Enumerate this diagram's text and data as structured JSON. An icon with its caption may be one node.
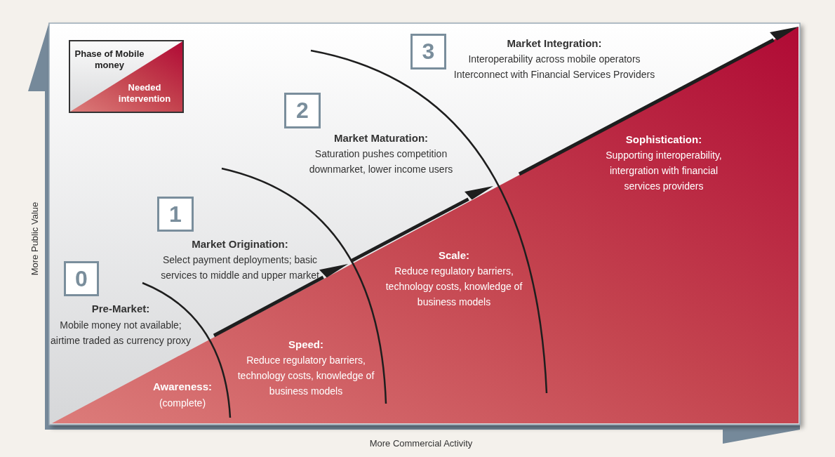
{
  "diagram": {
    "nodes": [
      {
        "text": [
          "Phase of Mobile money",
          "Needed intervention"
        ]
      },
      {
        "text": [
          "0"
        ]
      },
      {
        "text": [
          "1"
        ]
      },
      {
        "text": [
          "2"
        ]
      },
      {
        "text": [
          "3"
        ]
      }
    ],
    "labels": [
      "Market Integration:",
      "Interoperability across mobile operators Interconnect with Financial Services Providers",
      "Market Maturation:",
      "Saturation pushes competition downmarket, lower income users",
      "Sophistication:",
      "Supporting interoperability, intergration with financial services providers",
      "Market Origination:",
      "Select payment deployments; basic services to middle and upper market",
      "Scale:",
      "Reduce regulatory barriers, technology costs, knowledge of business models",
      "Pre-Market:",
      "Mobile money not available; airtime traded as currency proxy",
      "Speed:",
      "Reduce regulatory barriers, technology costs, knowledge of business models",
      "Awareness:",
      "(complete)",
      "More Public Value",
      "More Commercial Activity"
    ]
  }
}
